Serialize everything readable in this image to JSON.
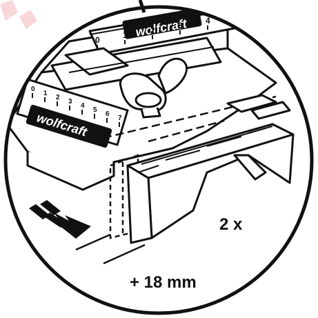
{
  "labels": {
    "quantity": "2 x",
    "offset": "+ 18 mm"
  },
  "brand": {
    "top": "wolfcraft",
    "left": "wolfcraft"
  },
  "scale_top": [
    "0",
    "1",
    "2",
    "3",
    "4"
  ],
  "scale_left": [
    "0",
    "1",
    "2",
    "3",
    "4",
    "5",
    "6",
    "7"
  ],
  "colors": {
    "line": "#111111",
    "background": "#ffffff",
    "watermark": "#f2b8b8"
  }
}
